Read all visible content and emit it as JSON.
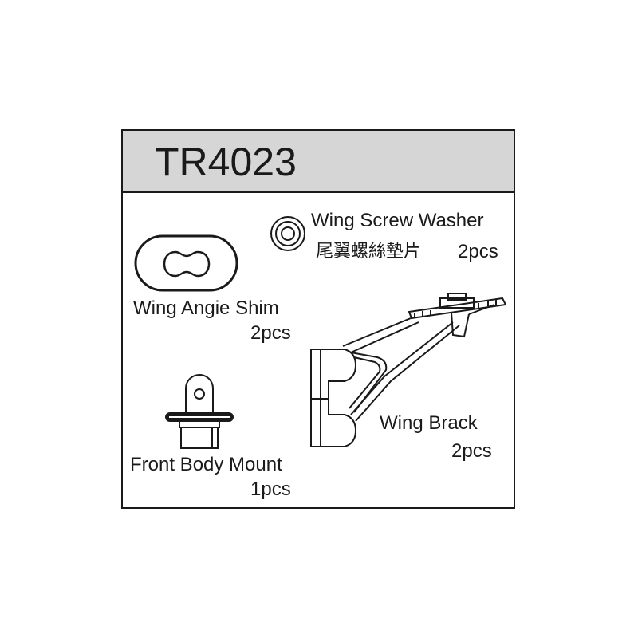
{
  "part_number": "TR4023",
  "parts": [
    {
      "name": "Wing Screw Washer",
      "name_zh": "尾翼螺絲墊片",
      "qty": "2pcs",
      "icon": "washer-icon"
    },
    {
      "name": "Wing Angie Shim",
      "qty": "2pcs",
      "icon": "shim-icon"
    },
    {
      "name": "Wing Brack",
      "qty": "2pcs",
      "icon": "wing-bracket-icon"
    },
    {
      "name": "Front Body Mount",
      "qty": "1pcs",
      "icon": "body-mount-icon"
    }
  ]
}
